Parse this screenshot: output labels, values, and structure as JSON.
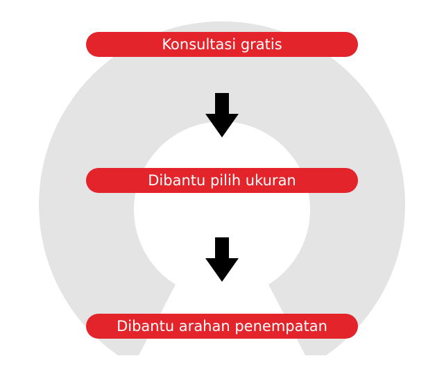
{
  "colors": {
    "pill": "#e3242b",
    "arrow": "#000000",
    "background_shape": "#e4e4e4",
    "page": "#ffffff"
  },
  "steps": [
    {
      "label": "Konsultasi gratis"
    },
    {
      "label": "Dibantu pilih ukuran"
    },
    {
      "label": "Dibantu arahan penempatan"
    }
  ],
  "connectors": [
    {
      "icon": "arrow-down-icon"
    },
    {
      "icon": "arrow-down-icon"
    }
  ]
}
